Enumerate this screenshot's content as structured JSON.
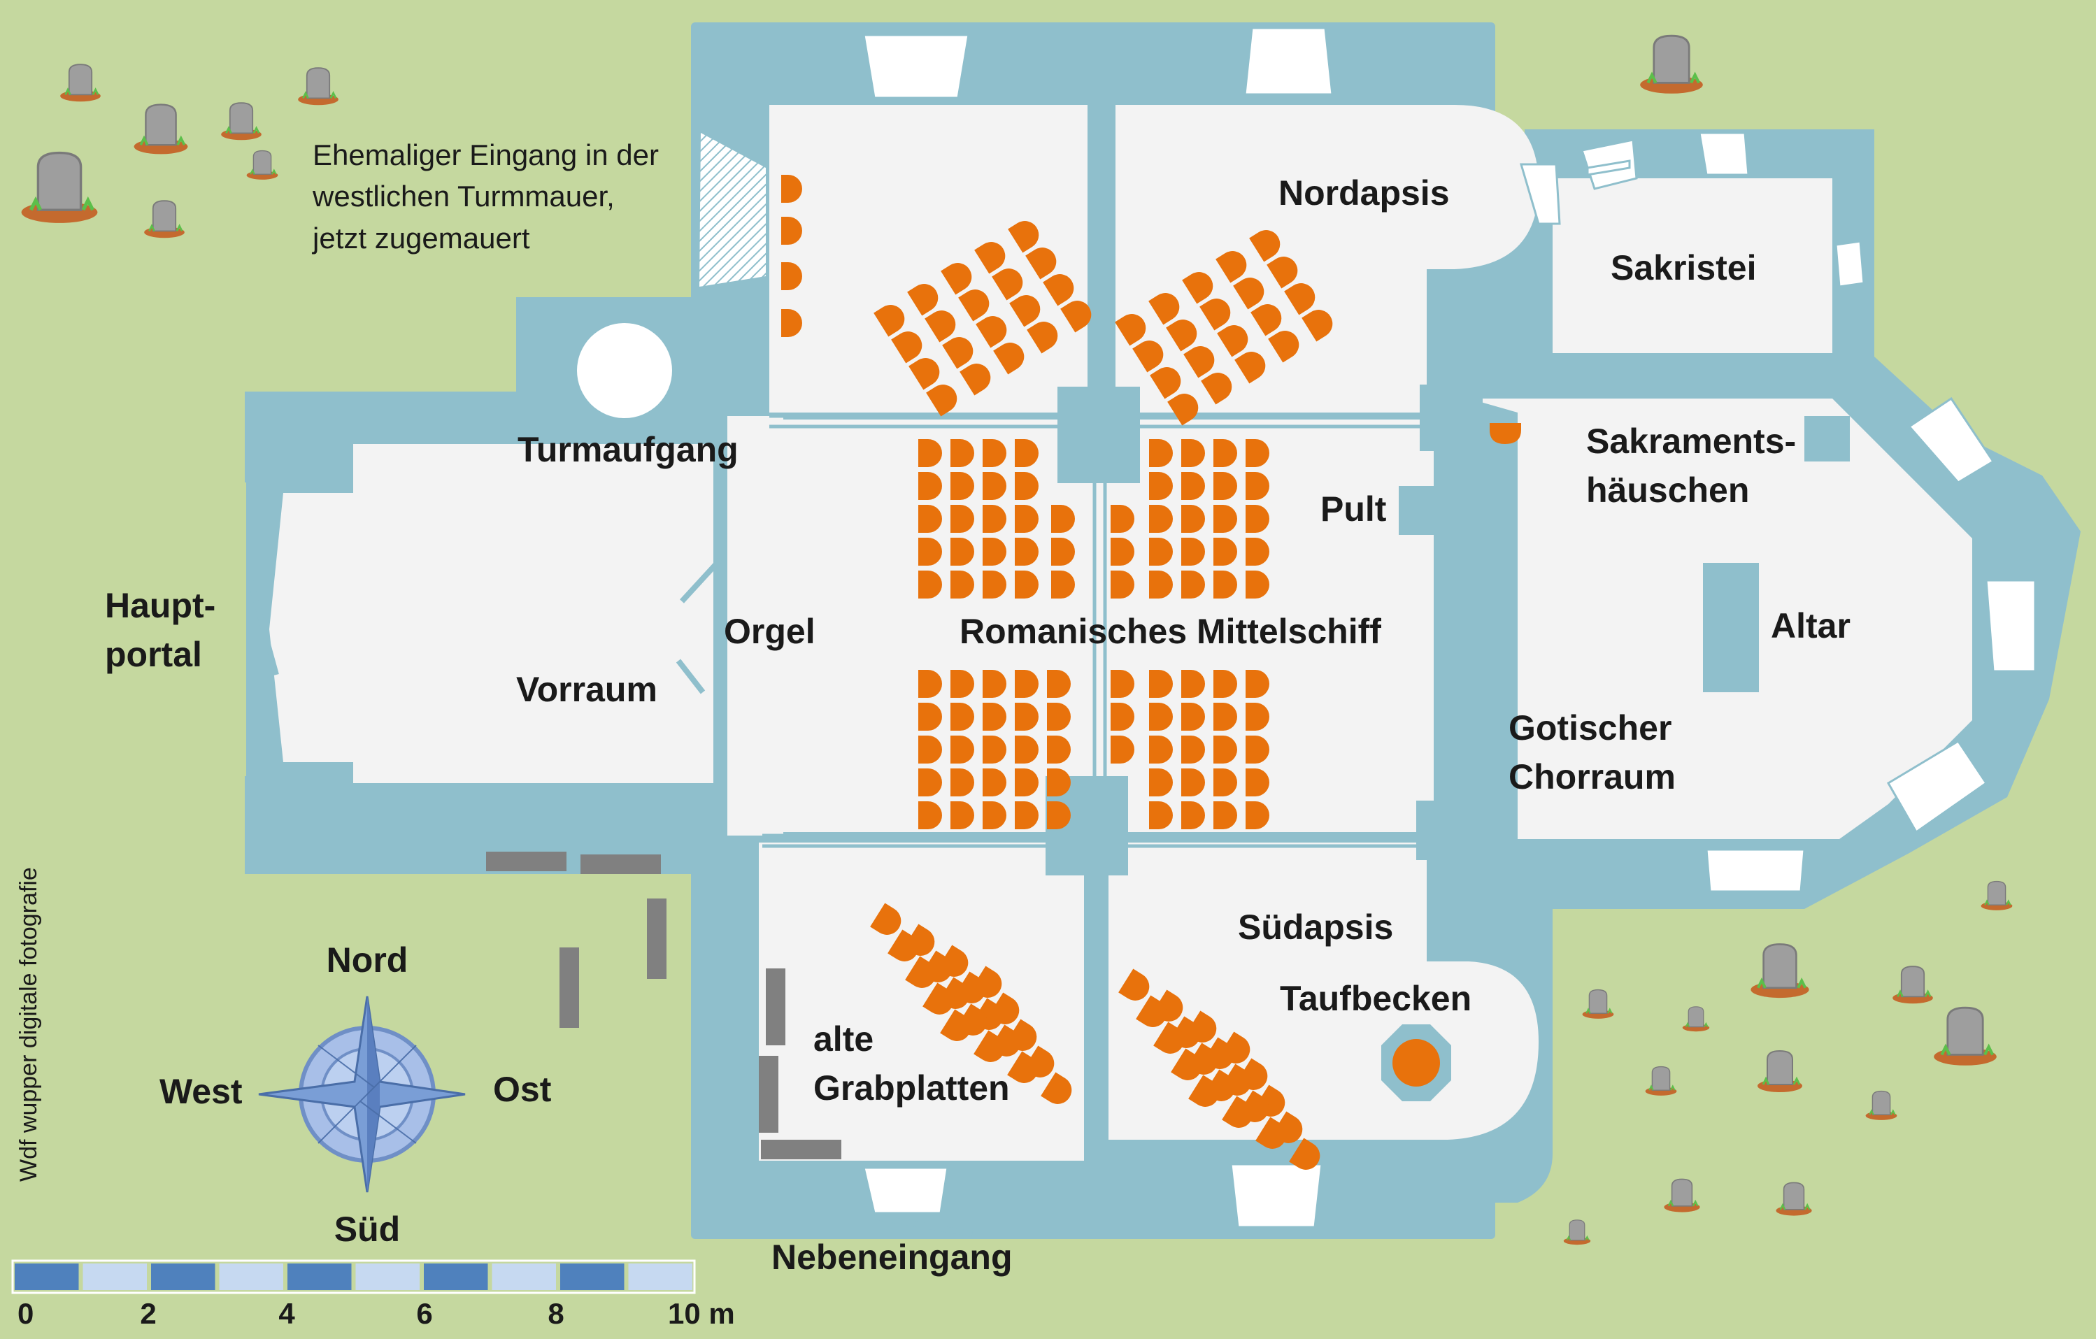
{
  "labels": {
    "former_entrance": [
      "Ehemaliger Eingang in der",
      "westlichen Turmmauer,",
      "jetzt zugemauert"
    ],
    "turmaufgang": "Turmaufgang",
    "nordapsis": "Nordapsis",
    "sakristei": "Sakristei",
    "sakramentshaeuschen": [
      "Sakraments-",
      "häuschen"
    ],
    "pult": "Pult",
    "hauptportal": [
      "Haupt-",
      "portal"
    ],
    "orgel": "Orgel",
    "mittelschiff": "Romanisches Mittelschiff",
    "altar": "Altar",
    "vorraum": "Vorraum",
    "chorraum": [
      "Gotischer",
      "Chorraum"
    ],
    "suedapsis": "Südapsis",
    "taufbecken": "Taufbecken",
    "grabplatten": [
      "alte",
      "Grabplatten"
    ],
    "nebeneingang": "Nebeneingang"
  },
  "compass": {
    "north": "Nord",
    "south": "Süd",
    "west": "West",
    "east": "Ost"
  },
  "scale_bar": {
    "ticks": [
      "0",
      "2",
      "4",
      "6",
      "8",
      "10 m"
    ],
    "segments": 10
  },
  "credit": "Wdf wupper digitale fotografie",
  "colors": {
    "background": "#c5d89f",
    "wall": "#8fbfcc",
    "floor": "#f3f3f3",
    "seat": "#e8720c",
    "gravestone": "#9e9e9e",
    "grave_plate": "#808080",
    "scale_dark": "#4f81bd",
    "scale_light": "#c6d9f1",
    "compass": "#7a9ed6"
  }
}
